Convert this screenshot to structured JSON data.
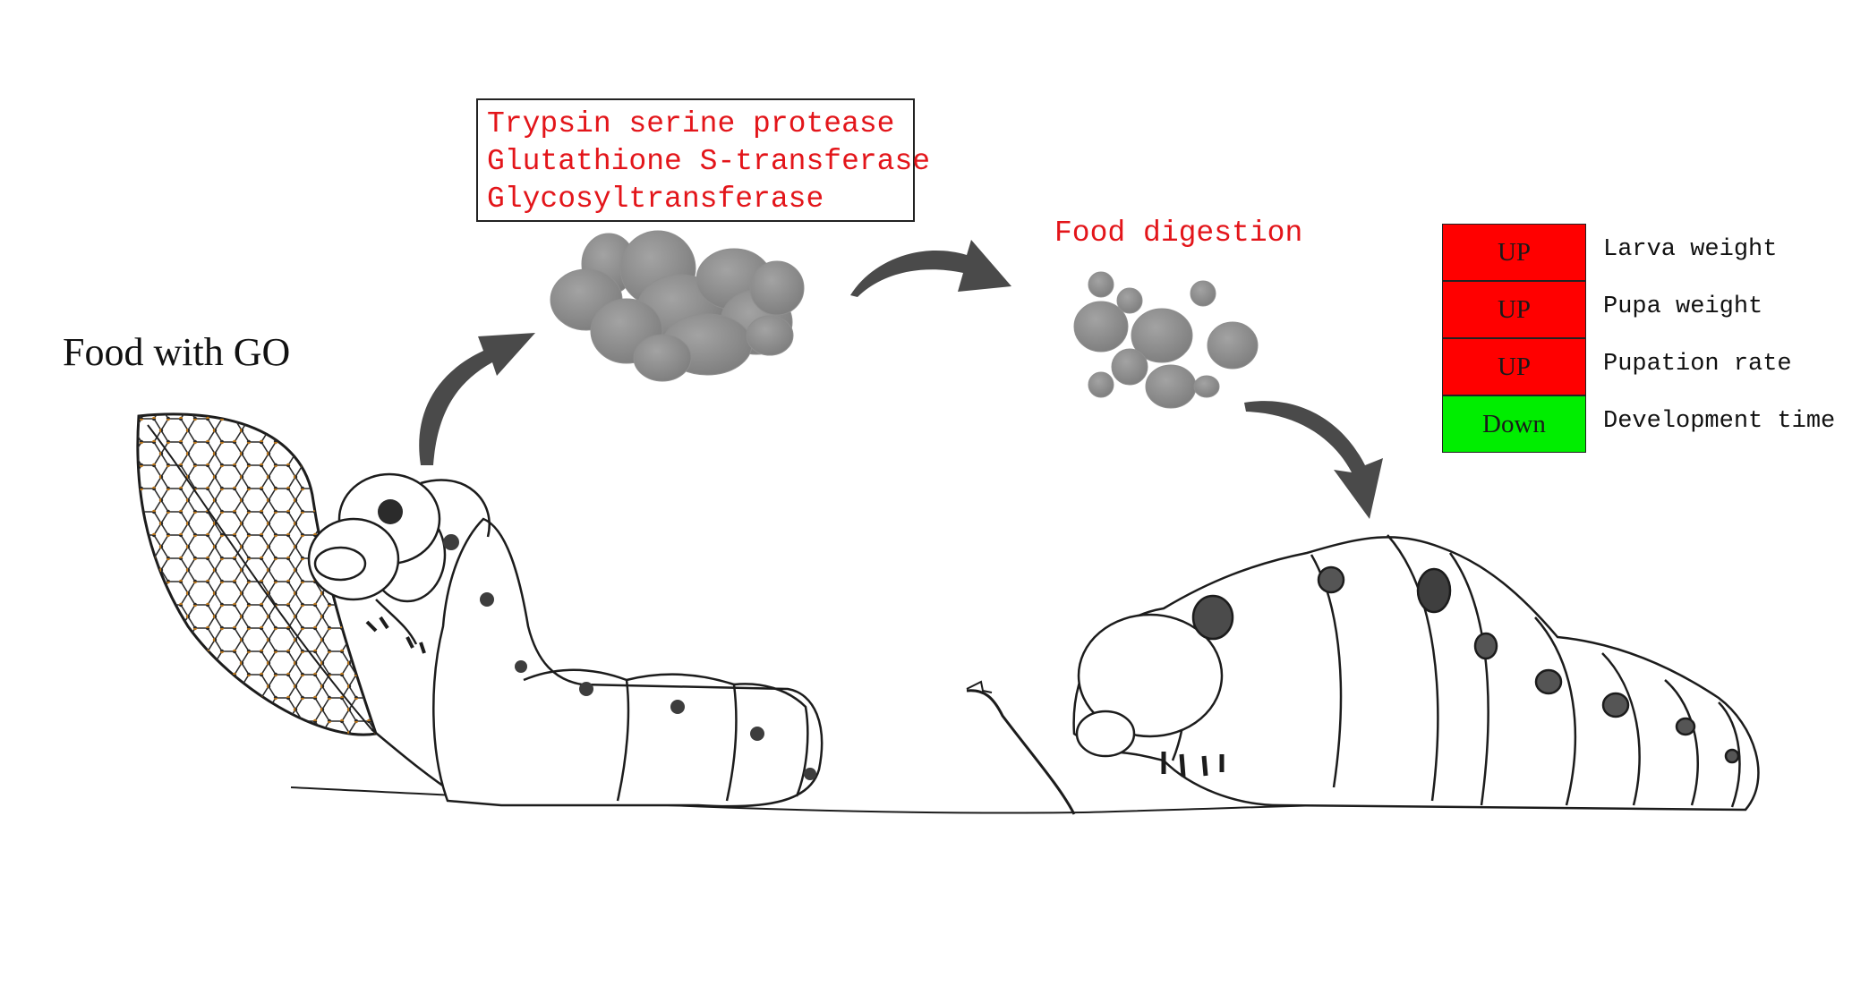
{
  "food_label": "Food with GO",
  "enzymes": [
    "Trypsin serine protease",
    "Glutathione S-transferase",
    "Glycosyltransferase"
  ],
  "digestion_label": "Food digestion",
  "effects": [
    {
      "direction": "UP",
      "label": "Larva weight",
      "color": "#ff0000"
    },
    {
      "direction": "UP",
      "label": "Pupa weight",
      "color": "#ff0000"
    },
    {
      "direction": "UP",
      "label": "Pupation rate",
      "color": "#ff0000"
    },
    {
      "direction": "Down",
      "label": "Development time",
      "color": "#00ee00"
    }
  ],
  "colors": {
    "text_red": "#e3151a",
    "line": "#1c1c1c",
    "blob": "#8a8a8a",
    "arrow": "#4a4a4a"
  },
  "icons": [
    "leaf-with-graphene-icon",
    "small-caterpillar-icon",
    "large-caterpillar-icon",
    "enzyme-cluster-icon",
    "digested-particles-icon",
    "curved-arrow-icon"
  ]
}
